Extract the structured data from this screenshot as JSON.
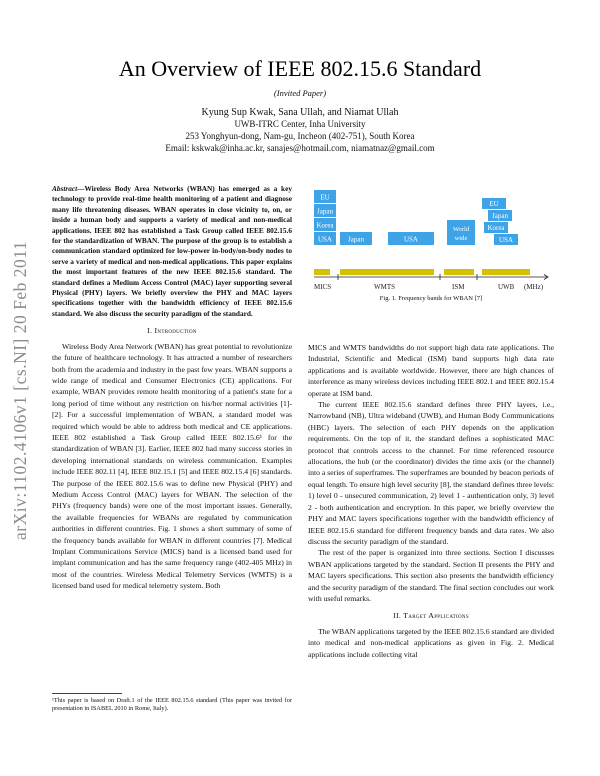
{
  "paper": {
    "title": "An Overview of IEEE 802.15.6 Standard",
    "subtitle": "(Invited Paper)",
    "authors": "Kyung Sup Kwak, Sana Ullah, and Niamat Ullah",
    "affiliation": "UWB-ITRC Center, Inha University",
    "address": "253 Yonghyun-dong, Nam-gu, Incheon (402-751), South Korea",
    "email": "Email: kskwak@inha.ac.kr, sanajes@hotmail.com, niamatnaz@gmail.com"
  },
  "arxiv_stamp": "arXiv:1102.4106v1  [cs.NI]  20 Feb 2011",
  "abstract": {
    "lead": "Abstract",
    "text": "—Wireless Body Area Networks (WBAN) has emerged as a key technology to provide real-time health monitoring of a patient and diagnose many life threatening diseases. WBAN operates in close vicinity to, on, or inside a human body and supports a variety of medical and non-medical applications. IEEE 802 has established a Task Group called IEEE 802.15.6 for the standardization of WBAN. The purpose of the group is to establish a communication standard optimized for low-power in-body/on-body nodes to serve a variety of medical and non-medical applications. This paper explains the most important features of the new IEEE 802.15.6 standard. The standard defines a Medium Access Control (MAC) layer supporting several Physical (PHY) layers. We briefly overview the PHY and MAC layers specifications together with the bandwidth efficiency of IEEE 802.15.6 standard. We also discuss the security paradigm of the standard."
  },
  "sections": {
    "intro_heading": "I. Introduction",
    "intro_p1": "Wireless Body Area Network (WBAN) has great potential to revolutionize the future of healthcare technology. It has attracted a number of researchers both from the academia and industry in the past few years. WBAN supports a wide range of medical and Consumer Electronics (CE) applications. For example, WBAN provides remote health monitoring of a patient's state for a long period of time without any restriction on his/her normal activities [1]-[2]. For a successful implementation of WBAN, a standard model was required which would be able to address both medical and CE applications. IEEE 802 established a Task Group called IEEE 802.15.6¹ for the standardization of WBAN [3]. Earlier, IEEE 802 had many success stories in developing international standards on wireless communication. Examples include IEEE 802.11 [4], IEEE 802.15.1 [5] and IEEE 802.15.4 [6] standards. The purpose of the IEEE 802.15.6 was to define new Physical (PHY) and Medium Access Control (MAC) layers for WBAN. The selection of the PHYs (frequency bands) were one of the most important issues. Generally, the available frequencies for WBANs are regulated by communication authorities in different countries. Fig. 1 shows a short summary of some of the frequency bands available for WBAN in different countries [7]. Medical Implant Communications Service (MICS) band is a licensed band used for implant communication and has the same frequency range (402-405 MHz) in most of the countries. Wireless Medical Telemetry Services (WMTS) is a licensed band used for medical telemetry system. Both",
    "right_p1": "MICS and WMTS bandwidths do not support high data rate applications. The Industrial, Scientific and Medical (ISM) band supports high data rate applications and is available worldwide. However, there are high chances of interference as many wireless devices including IEEE 802.1 and IEEE 802.15.4 operate at ISM band.",
    "right_p2": "The current IEEE 802.15.6 standard defines three PHY layers, i.e., Narrowband (NB), Ultra wideband (UWB), and Human Body Communications (HBC) layers. The selection of each PHY depends on the application requirements. On the top of it, the standard defines a sophisticated MAC protocol that controls access to the channel. For time referenced resource allocations, the hub (or the coordinator) divides the time axis (or the channel) into a series of superframes. The superframes are bounded by beacon periods of equal length. To ensure high level security [8], the standard defines three levels: 1) level 0 - unsecured communication, 2) level 1 - authentication only, 3) level 2 - both authentication and encryption. In this paper, we briefly overview the PHY and MAC layers specifications together with the bandwidth efficiency of IEEE 802.15.6 standard for different frequency bands and data rates. We also discuss the security paradigm of the standard.",
    "right_p3": "The rest of the paper is organized into three sections. Section I discusses WBAN applications targeted by the standard. Section II presents the PHY and MAC layers specifications. This section also presents the bandwidth efficiency and the security paradigm of the standard. The final section concludes our work with useful remarks.",
    "target_heading": "II. Target Applications",
    "target_p1": "The WBAN applications targeted by the IEEE 802.15.6 standard are divided into medical and non-medical applications as given in Fig. 2. Medical applications include collecting vital"
  },
  "footnote": "¹This paper is based on Draft.1 of the IEEE 802.15.6 standard (This paper was invited for presentation in ISABEL 2010 in Rome, Italy).",
  "figure": {
    "caption": "Fig. 1.   Frequency bands for WBAN [7]",
    "colors": {
      "region": "#3fa3e8",
      "worldwide": "#3fa3e8",
      "band": "#d4c200",
      "axis": "#222222"
    },
    "boxes": {
      "mics_eu": "EU",
      "mics_japan": "Japan",
      "mics_korea": "Korea",
      "mics_usa": "USA",
      "wmts_japan": "Japan",
      "wmts_usa": "USA",
      "ism_worldwide": "World wide",
      "uwb_eu": "EU",
      "uwb_japan": "Japan",
      "uwb_korea": "Korea",
      "uwb_usa": "USA"
    },
    "axis_labels": {
      "mics": "MICS",
      "wmts": "WMTS",
      "ism": "ISM",
      "uwb": "UWB",
      "unit": "(MHz)"
    }
  }
}
